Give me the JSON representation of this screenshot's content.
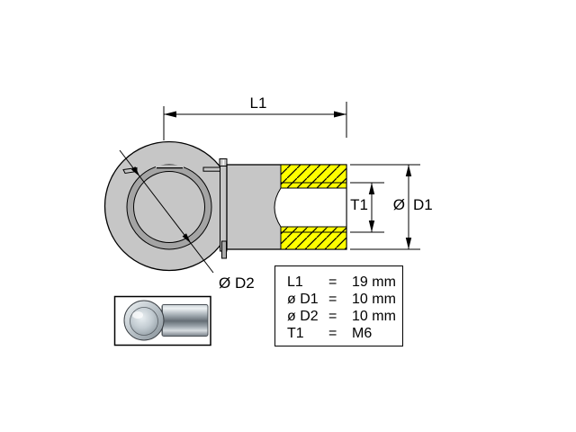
{
  "drawing": {
    "dimension_labels": {
      "l1": "L1",
      "t1": "T1",
      "d1_symbol": "Ø",
      "d1": "D1",
      "d2": "Ø D2"
    },
    "colors": {
      "part_gray": "#c6c6c6",
      "ring_gray": "#a4a4a4",
      "pin_gray": "#ababab",
      "thread_yellow": "#ffff00",
      "line_black": "#000000"
    }
  },
  "spec_table": {
    "rows": [
      {
        "label": "L1",
        "eq": "=",
        "value": "19 mm"
      },
      {
        "label": "ø D1",
        "eq": "=",
        "value": "10 mm"
      },
      {
        "label": "ø D2",
        "eq": "=",
        "value": "10 mm"
      },
      {
        "label": "T1",
        "eq": "=",
        "value": "M6"
      }
    ]
  }
}
